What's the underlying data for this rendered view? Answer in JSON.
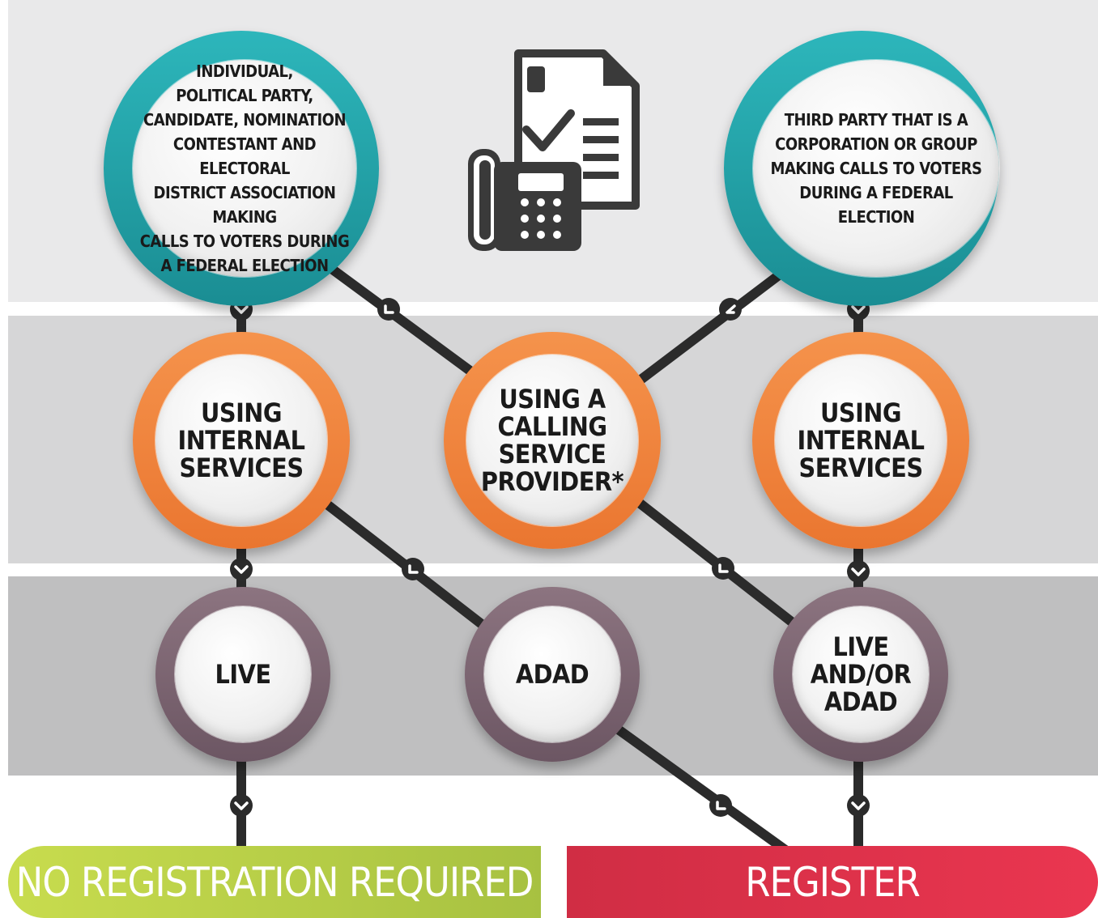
{
  "top_nodes": {
    "left": "INDIVIDUAL,\nPOLITICAL PARTY,\nCANDIDATE, NOMINATION\nCONTESTANT AND ELECTORAL\nDISTRICT ASSOCIATION MAKING\nCALLS TO VOTERS DURING\nA FEDERAL ELECTION",
    "right": "THIRD PARTY THAT IS A\nCORPORATION OR GROUP\nMAKING CALLS TO VOTERS\nDURING A FEDERAL\nELECTION"
  },
  "middle_nodes": {
    "left": "USING\nINTERNAL\nSERVICES",
    "center": "USING A\nCALLING\nSERVICE\nPROVIDER*",
    "right": "USING\nINTERNAL\nSERVICES"
  },
  "lower_nodes": {
    "left": "LIVE",
    "center": "ADAD",
    "right": "LIVE\nAND/OR\nADAD"
  },
  "outcomes": {
    "no_registration": "NO REGISTRATION REQUIRED",
    "register": "REGISTER"
  },
  "colors": {
    "teal": "#1f9ca3",
    "orange": "#ef8139",
    "purple": "#7b6571",
    "green": "#b4cd45",
    "red": "#e0334b",
    "connector": "#2b2b2b"
  },
  "icons": [
    "document-check-icon",
    "telephone-icon"
  ]
}
